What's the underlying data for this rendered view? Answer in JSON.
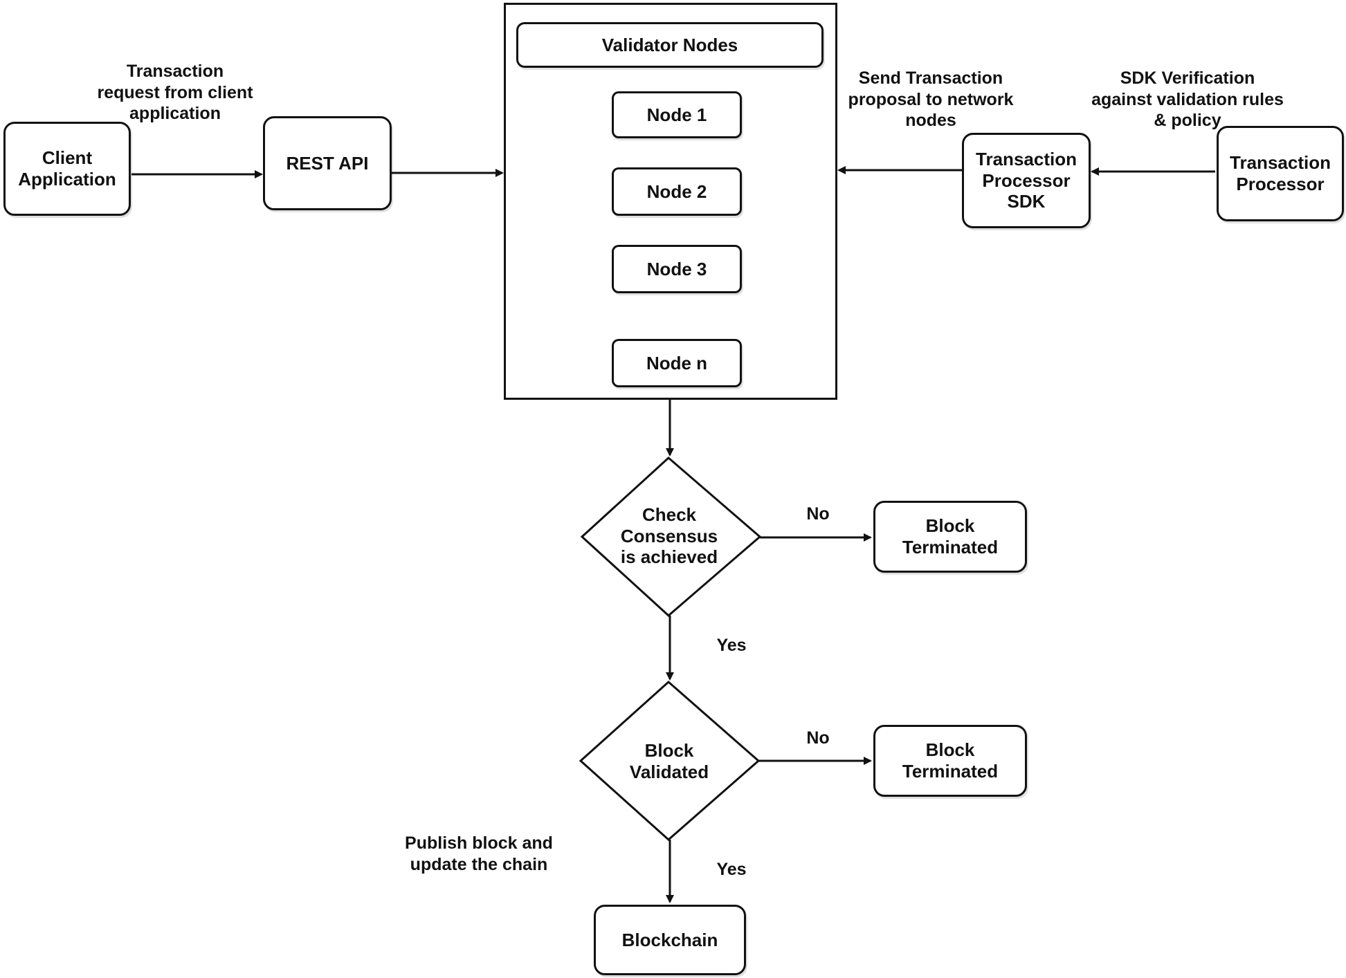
{
  "nodes": {
    "client_application": "Client\nApplication",
    "rest_api": "REST API",
    "validator_nodes_header": "Validator Nodes",
    "node_1": "Node 1",
    "node_2": "Node 2",
    "node_3": "Node 3",
    "node_n": "Node n",
    "transaction_processor_sdk": "Transaction\nProcessor\nSDK",
    "transaction_processor": "Transaction\nProcessor",
    "check_consensus": "Check\nConsensus\nis achieved",
    "block_validated": "Block\nValidated",
    "block_terminated_1": "Block\nTerminated",
    "block_terminated_2": "Block\nTerminated",
    "blockchain": "Blockchain"
  },
  "edge_labels": {
    "client_request": "Transaction\nrequest from client\napplication",
    "send_proposal": "Send Transaction\nproposal to network\nnodes",
    "sdk_verification": "SDK Verification\nagainst validation rules\n& policy",
    "consensus_no": "No",
    "consensus_yes": "Yes",
    "validated_no": "No",
    "validated_yes": "Yes",
    "publish": "Publish block and\nupdate the chain"
  }
}
